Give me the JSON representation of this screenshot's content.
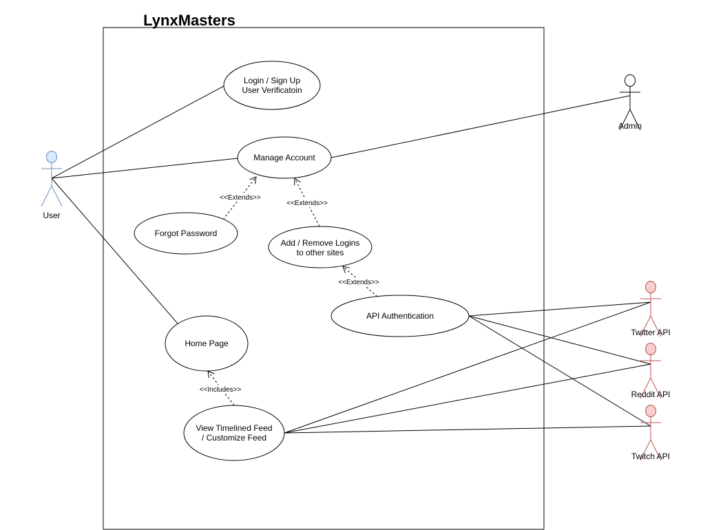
{
  "diagram": {
    "system_title": "LynxMasters",
    "use_cases": {
      "login": [
        "Login / Sign Up",
        "User Verificatoin"
      ],
      "manage_account": [
        "Manage Account"
      ],
      "forgot_password": [
        "Forgot Password"
      ],
      "add_remove_logins": [
        "Add / Remove Logins",
        "to other sites"
      ],
      "api_auth": [
        "API Authentication"
      ],
      "home_page": [
        "Home Page"
      ],
      "view_feed": [
        "View Timelined Feed",
        "/ Customize Feed"
      ]
    },
    "actors": {
      "user": {
        "label": "User",
        "fill": "#dae8fc",
        "stroke": "#6c8ebf"
      },
      "admin": {
        "label": "Admin",
        "fill": "#ffffff",
        "stroke": "#000000"
      },
      "twitter": {
        "label": "Twitter API",
        "fill": "#f8cecc",
        "stroke": "#b85450"
      },
      "reddit": {
        "label": "Reddit API",
        "fill": "#f8cecc",
        "stroke": "#b85450"
      },
      "twitch": {
        "label": "Twitch API",
        "fill": "#f8cecc",
        "stroke": "#b85450"
      }
    },
    "relations": {
      "forgot_extends": "<<Extends>>",
      "addlogins_extends": "<<Extends>>",
      "api_extends": "<<Extends>>",
      "feed_includes": "<<Includes>>"
    }
  }
}
